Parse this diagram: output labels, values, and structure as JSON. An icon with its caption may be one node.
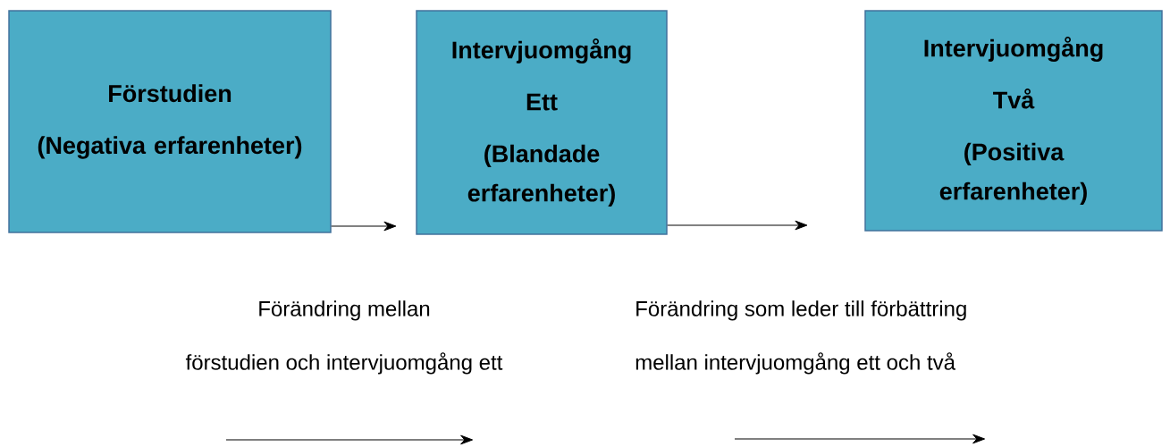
{
  "diagram": {
    "nodes": [
      {
        "text": [
          "Förstudien",
          "(Negativa erfarenheter)"
        ]
      },
      {
        "text": [
          "Intervjuomgång",
          "Ett",
          "(Blandade erfarenheter)"
        ]
      },
      {
        "text": [
          "Intervjuomgång",
          "Två",
          "(Positiva erfarenheter)"
        ]
      }
    ],
    "edges": [
      {
        "from": 0,
        "to": 1,
        "arrow": "to"
      },
      {
        "from": 1,
        "to": 2,
        "arrow": "to"
      }
    ],
    "labels": [
      "Förändring mellan förstudien och intervjuomgång ett",
      "Förändring som leder till förbättring mellan intervjuomgång ett och två"
    ]
  }
}
